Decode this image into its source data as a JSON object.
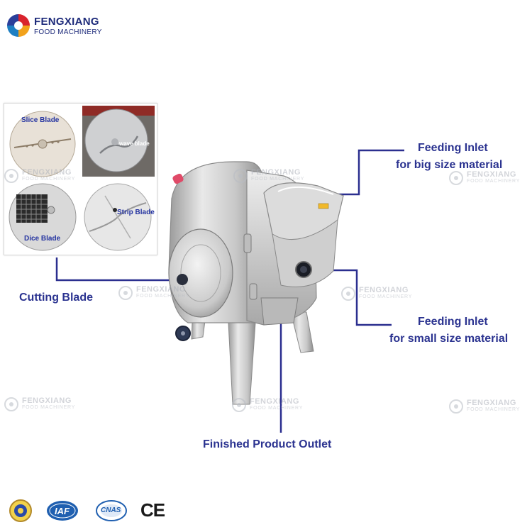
{
  "header": {
    "brand": "FENGXIANG",
    "subtitle": "FOOD MACHINERY"
  },
  "watermark": {
    "brand": "FENGXIANG",
    "subtitle": "FOOD MACHINERY"
  },
  "blade_inset": {
    "slice": "Slice Blade",
    "wave": "wave blade",
    "dice": "Dice Blade",
    "strip": "Strip Blade"
  },
  "callouts": {
    "feeding_big_line1": "Feeding Inlet",
    "feeding_big_line2": "for big size material",
    "cutting_blade": "Cutting Blade",
    "feeding_small_line1": "Feeding Inlet",
    "feeding_small_line2": "for small size material",
    "outlet": "Finished Product Outlet"
  },
  "certifications": {
    "iaf": "IAF",
    "cnas": "CNAS",
    "ce": "CE"
  },
  "colors": {
    "callout_line": "#2b2f8f",
    "callout_text": "#2b3390",
    "brand_blue": "#1d2a7a",
    "brand_red": "#d9232d"
  }
}
